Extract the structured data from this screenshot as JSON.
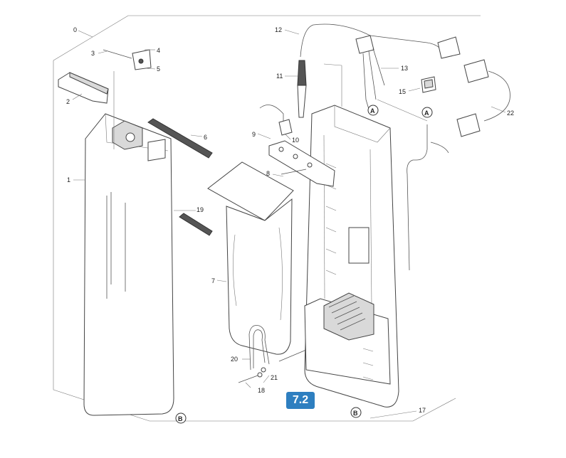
{
  "figure_label": "7.2",
  "callouts": {
    "c0": "0",
    "c1": "1",
    "c2": "2",
    "c3": "3",
    "c4": "4",
    "c5": "5",
    "c6": "6",
    "c7": "7",
    "c8": "8",
    "c9": "9",
    "c10": "10",
    "c11": "11",
    "c12": "12",
    "c13": "13",
    "c15": "15",
    "c17": "17",
    "c18": "18",
    "c19": "19",
    "c20": "20",
    "c21": "21",
    "c22": "22"
  },
  "markers": {
    "a1": "A",
    "a2": "A",
    "b1": "B",
    "b2": "B"
  },
  "colors": {
    "badge": "#2e7fc0",
    "line": "#444444"
  }
}
